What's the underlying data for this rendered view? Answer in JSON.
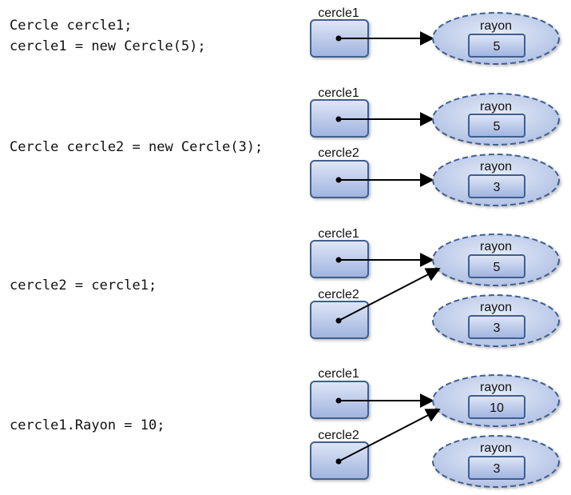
{
  "colors": {
    "box_fill_top": "#dfe6f6",
    "box_fill_bottom": "#9fb3df",
    "box_stroke": "#3f5f8f",
    "ellipse_stroke": "#3f5f8f",
    "arrow": "#000000"
  },
  "steps": [
    {
      "code": [
        "Cercle cercle1;",
        "cercle1 = new Cercle(5);"
      ],
      "vars": [
        {
          "label": "cercle1"
        }
      ],
      "objects": [
        {
          "field": "rayon",
          "value": "5"
        }
      ]
    },
    {
      "code": [
        "Cercle cercle2 = new Cercle(3);"
      ],
      "vars": [
        {
          "label": "cercle1"
        },
        {
          "label": "cercle2"
        }
      ],
      "objects": [
        {
          "field": "rayon",
          "value": "5"
        },
        {
          "field": "rayon",
          "value": "3"
        }
      ]
    },
    {
      "code": [
        "cercle2 = cercle1;"
      ],
      "vars": [
        {
          "label": "cercle1"
        },
        {
          "label": "cercle2"
        }
      ],
      "objects": [
        {
          "field": "rayon",
          "value": "5"
        },
        {
          "field": "rayon",
          "value": "3"
        }
      ]
    },
    {
      "code": [
        "cercle1.Rayon = 10;"
      ],
      "vars": [
        {
          "label": "cercle1"
        },
        {
          "label": "cercle2"
        }
      ],
      "objects": [
        {
          "field": "rayon",
          "value": "10"
        },
        {
          "field": "rayon",
          "value": "3"
        }
      ]
    }
  ]
}
